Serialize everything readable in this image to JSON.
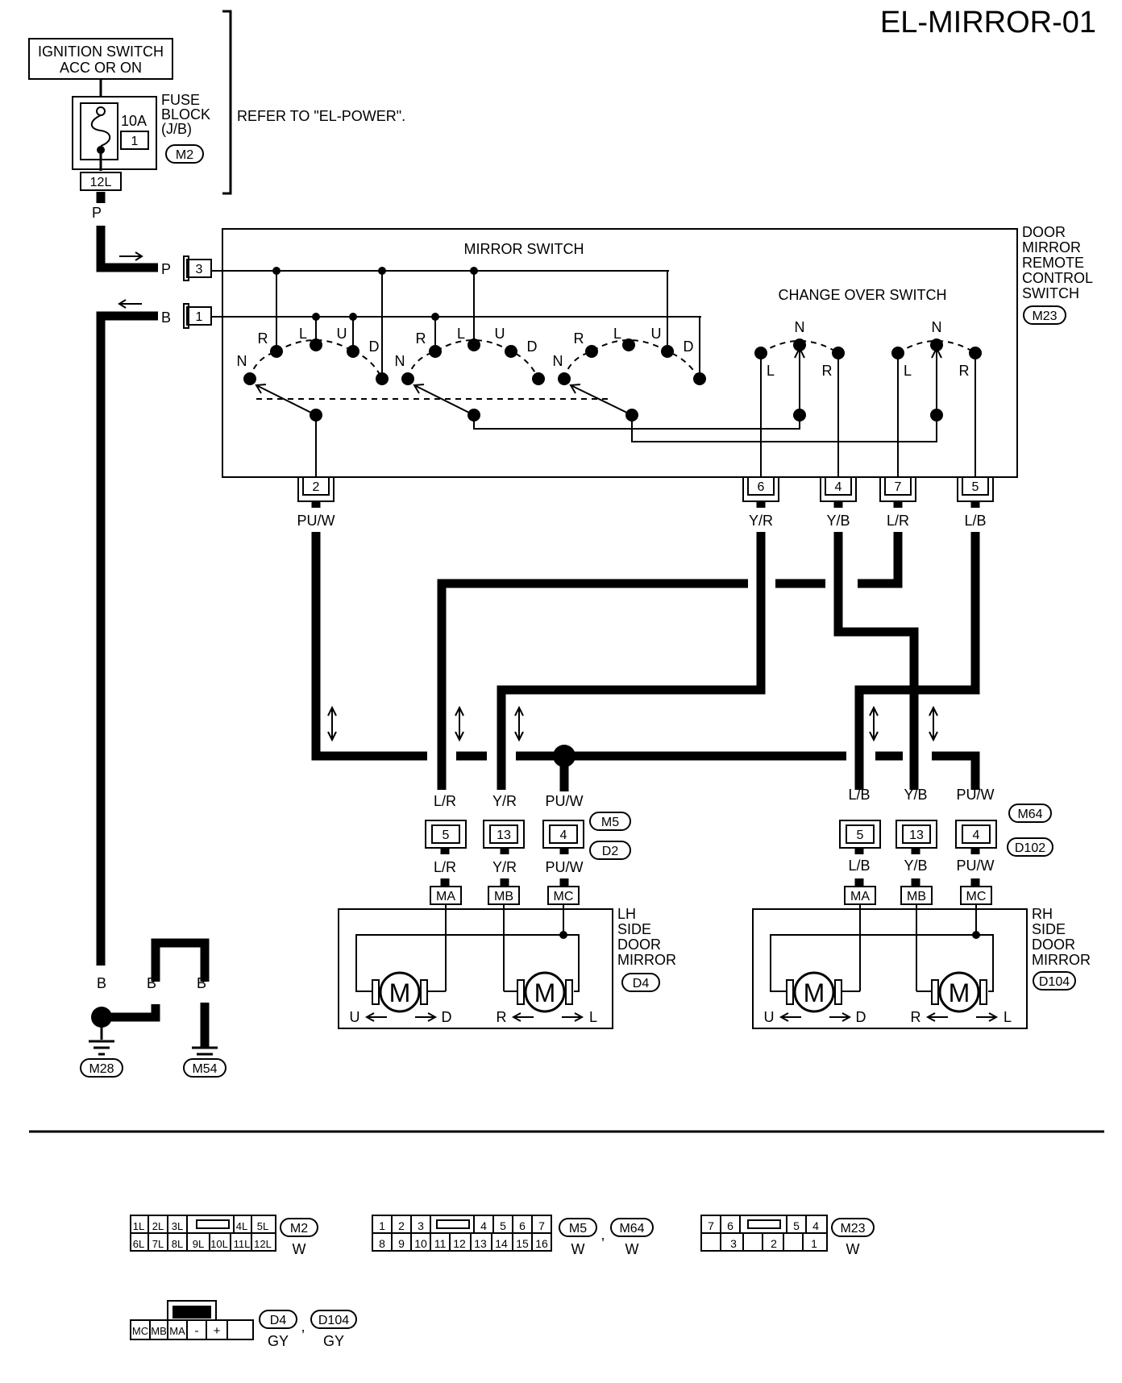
{
  "title": "EL-MIRROR-01",
  "power": {
    "ignition_line1": "IGNITION SWITCH",
    "ignition_line2": "ACC OR ON",
    "fuse_amps": "10A",
    "fuse_number": "1",
    "fuse_block_line1": "FUSE",
    "fuse_block_line2": "BLOCK",
    "fuse_block_line3": "(J/B)",
    "fuse_block_conn": "M2",
    "fuse_out_terminal": "12L",
    "refer_text": "REFER TO \"EL-POWER\"."
  },
  "remote_switch": {
    "label_lines": [
      "DOOR",
      "MIRROR",
      "REMOTE",
      "CONTROL",
      "SWITCH"
    ],
    "connector": "M23",
    "mirror_switch_label": "MIRROR SWITCH",
    "change_over_label": "CHANGE OVER SWITCH",
    "input_terminals": [
      {
        "terminal": "3",
        "wire": "P"
      },
      {
        "terminal": "1",
        "wire": "B"
      }
    ],
    "pos_labels": [
      "N",
      "R",
      "L",
      "U",
      "D"
    ],
    "co_labels": [
      "N",
      "L",
      "R"
    ],
    "bottom_terminals": [
      {
        "terminal": "2",
        "wire": "PU/W"
      },
      {
        "terminal": "6",
        "wire": "Y/R"
      },
      {
        "terminal": "4",
        "wire": "Y/B"
      },
      {
        "terminal": "7",
        "wire": "L/R"
      },
      {
        "terminal": "5",
        "wire": "L/B"
      }
    ]
  },
  "fuse_wire_color": "P",
  "lh_mirror": {
    "connectors": [
      "M5",
      "D2"
    ],
    "pins": [
      {
        "terminal": "5",
        "wire": "L/R",
        "term_label": "MA"
      },
      {
        "terminal": "13",
        "wire": "Y/R",
        "term_label": "MB"
      },
      {
        "terminal": "4",
        "wire": "PU/W",
        "term_label": "MC"
      }
    ],
    "label_lines": [
      "LH",
      "SIDE",
      "DOOR",
      "MIRROR"
    ],
    "connector": "D4",
    "motor_letter": "M",
    "dir_left": [
      "U",
      "D"
    ],
    "dir_right": [
      "R",
      "L"
    ]
  },
  "rh_mirror": {
    "connectors": [
      "M64",
      "D102"
    ],
    "pins": [
      {
        "terminal": "5",
        "wire": "L/B",
        "term_label": "MA"
      },
      {
        "terminal": "13",
        "wire": "Y/B",
        "term_label": "MB"
      },
      {
        "terminal": "4",
        "wire": "PU/W",
        "term_label": "MC"
      }
    ],
    "label_lines": [
      "RH",
      "SIDE",
      "DOOR",
      "MIRROR"
    ],
    "connector": "D104",
    "motor_letter": "M",
    "dir_left": [
      "U",
      "D"
    ],
    "dir_right": [
      "R",
      "L"
    ]
  },
  "grounds": {
    "wire": "B",
    "points": [
      "M28",
      "M54"
    ]
  },
  "connector_views": {
    "m2": {
      "top": [
        "1L",
        "2L",
        "3L",
        "",
        "4L",
        "5L"
      ],
      "bottom": [
        "6L",
        "7L",
        "8L",
        "9L",
        "10L",
        "11L",
        "12L"
      ],
      "ids": [
        "M2"
      ],
      "color": "W"
    },
    "m5": {
      "top": [
        "1",
        "2",
        "3",
        "",
        "4",
        "5",
        "6",
        "7"
      ],
      "bottom": [
        "8",
        "9",
        "10",
        "11",
        "12",
        "13",
        "14",
        "15",
        "16"
      ],
      "ids": [
        "M5",
        "M64"
      ],
      "colors": [
        "W",
        "W"
      ]
    },
    "m23": {
      "top": [
        "7",
        "6",
        "",
        "5",
        "4"
      ],
      "bottom": [
        "",
        "3",
        "",
        "2",
        "",
        "1"
      ],
      "ids": [
        "M23"
      ],
      "color": "W"
    },
    "d4": {
      "cells": [
        "MC",
        "MB",
        "MA",
        "-",
        "+",
        ""
      ],
      "ids": [
        "D4",
        "D104"
      ],
      "colors": [
        "GY",
        "GY"
      ]
    }
  }
}
